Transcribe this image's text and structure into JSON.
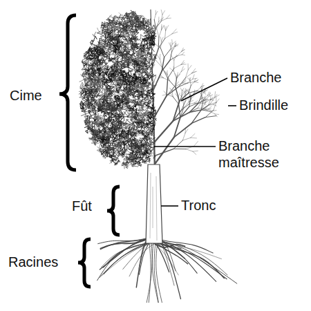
{
  "diagram": {
    "labels": [
      "Cime",
      "Branche",
      "Brindille",
      "Branche maîtresse",
      "Fût",
      "Tronc",
      "Racines"
    ]
  }
}
